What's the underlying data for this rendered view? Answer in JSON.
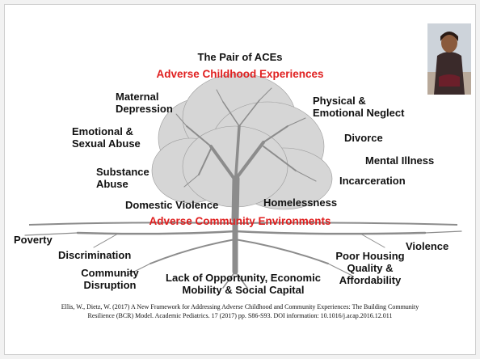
{
  "header": {
    "title": "The Pair of ACEs",
    "top_heading": "Adverse Childhood Experiences",
    "bottom_heading": "Adverse Community Environments"
  },
  "canopy_labels": {
    "maternal_depression": [
      "Maternal",
      "Depression"
    ],
    "emotional_sexual_abuse": [
      "Emotional &",
      "Sexual Abuse"
    ],
    "substance_abuse": [
      "Substance",
      "Abuse"
    ],
    "domestic_violence": "Domestic Violence",
    "physical_emotional_neglect": [
      "Physical &",
      "Emotional Neglect"
    ],
    "divorce": "Divorce",
    "mental_illness": "Mental Illness",
    "incarceration": "Incarceration",
    "homelessness": "Homelessness"
  },
  "root_labels": {
    "poverty": "Poverty",
    "discrimination": "Discrimination",
    "community_disruption": [
      "Community",
      "Disruption"
    ],
    "lack_of_opportunity": [
      "Lack of Opportunity, Economic",
      "Mobility & Social Capital"
    ],
    "poor_housing": [
      "Poor Housing",
      "Quality &",
      "Affordability"
    ],
    "violence": "Violence"
  },
  "citation": [
    "Ellis, W., Dietz, W. (2017)  A New Framework for Addressing Adverse Childhood and Community Experiences: The Building Community",
    "Resilience (BCR) Model. Academic Pediatrics. 17 (2017) pp. S86-S93. DOI information: 10.1016/j.acap.2016.12.011"
  ],
  "colors": {
    "accent_red": "#e02020",
    "tree": "#8c8c8c",
    "text": "#111111"
  }
}
